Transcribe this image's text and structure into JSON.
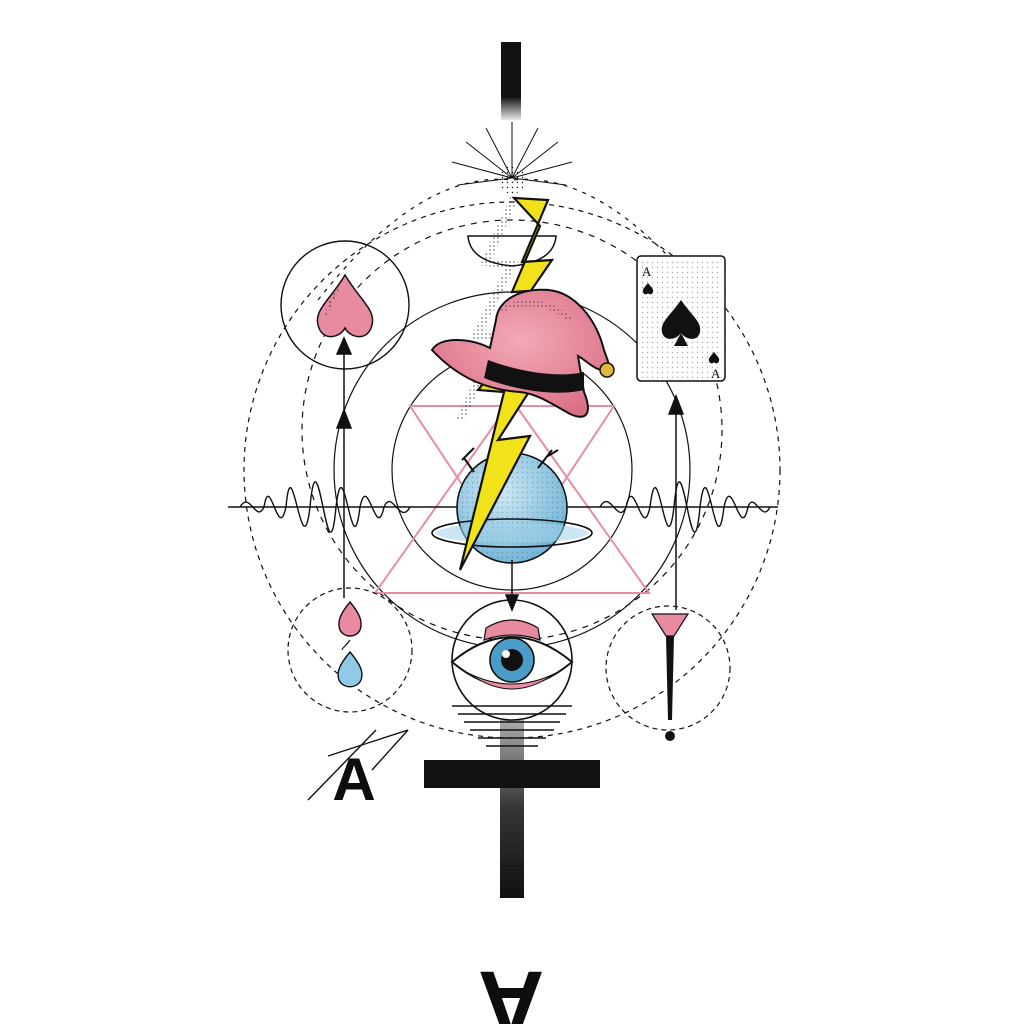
{
  "artwork": {
    "style": "dotwork tattoo flash",
    "palette": {
      "ink": "#111111",
      "pink": "#ea8a9c",
      "pink_dark": "#d9677e",
      "yellow": "#f2e21a",
      "blue": "#9fd2ea",
      "blue_dark": "#5aa3c7",
      "gold": "#e0b83a",
      "paper": "#ffffff"
    },
    "elements": {
      "top_bar": "vertical-bar",
      "burst": "starburst",
      "bolt": "lightning-bolt-icon",
      "hat": "jester-hat-icon",
      "planet": "saturn-planet-icon",
      "triangles": "hexagram-triangles",
      "waves": "sine-waves",
      "left_symbol": "spade-icon",
      "card": "ace-of-spades-card",
      "drops": "teardrop-icons",
      "eye": "eye-icon",
      "cross": "inverted-cross-icon",
      "exclamation": "exclamation-icon",
      "letters": [
        "A",
        "A"
      ]
    }
  },
  "card": {
    "rank_top": "A",
    "rank_bottom": "A"
  },
  "letters": {
    "left_a": "A",
    "bottom_a": "A"
  }
}
